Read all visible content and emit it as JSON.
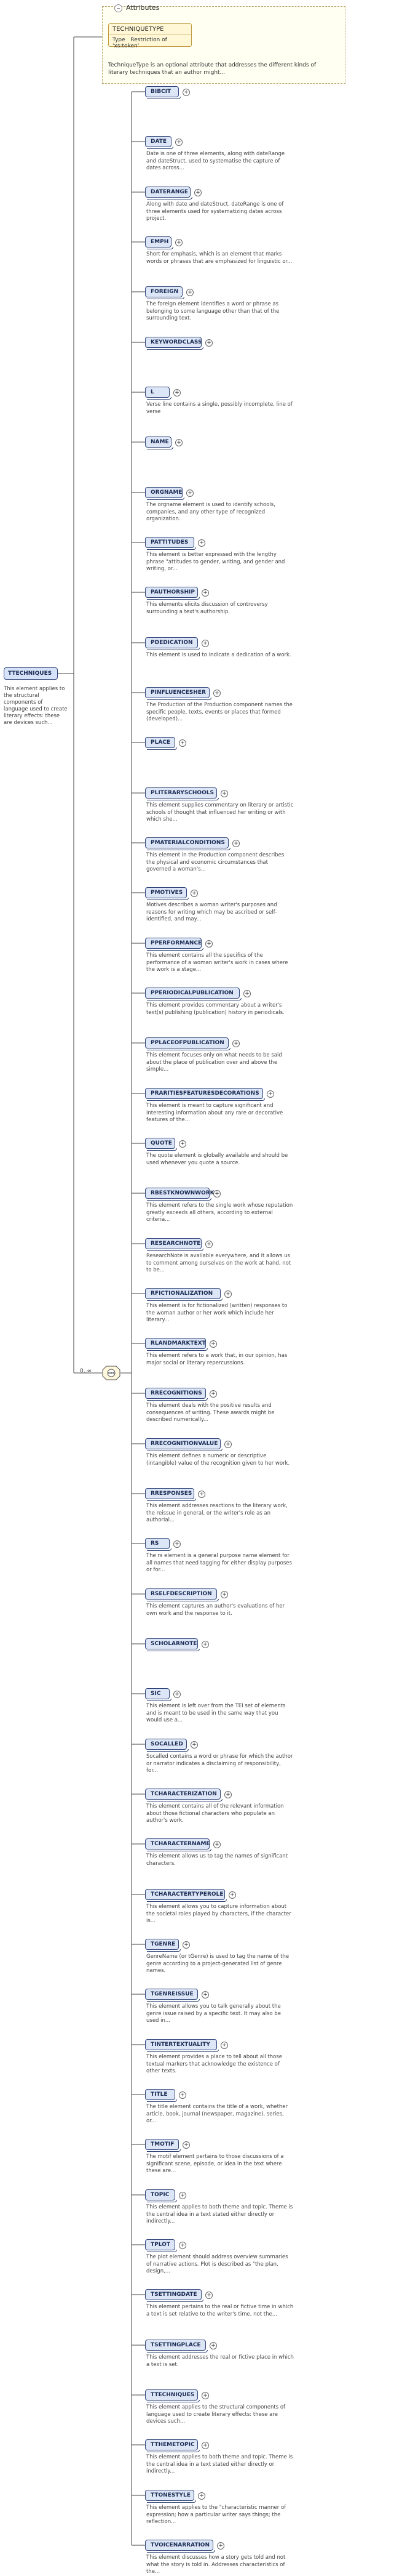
{
  "attributes": {
    "header": "Attributes",
    "items": [
      {
        "name": "TECHNIQUETYPE",
        "type_label": "Type",
        "type_value": "Restriction of 'xs:token'",
        "doc": "TechniqueType is an optional attribute that addresses the different kinds of literary techniques that an author might..."
      }
    ]
  },
  "root": {
    "name": "TTECHNIQUES",
    "doc": "This element applies to the structural components of language used to create literary effects: these are devices such..."
  },
  "sequence": {
    "cardinality": "0..∞"
  },
  "elements": [
    {
      "name": "BIBCIT",
      "dashed": false,
      "doc": ""
    },
    {
      "name": "DATE",
      "dashed": false,
      "doc": "Date is one of three elements, along with dateRange and dateStruct, used to systematise the capture of dates across..."
    },
    {
      "name": "DATERANGE",
      "dashed": false,
      "doc": "Along with date and dateStruct, dateRange is one of three elements used for systematizing dates across project."
    },
    {
      "name": "EMPH",
      "dashed": false,
      "doc": "Short for emphasis, which is an element that marks words or phrases that are emphasized for linguistic or..."
    },
    {
      "name": "FOREIGN",
      "dashed": false,
      "doc": "The foreign element identifies a word or phrase as belonging to some language other than that of the surrounding text."
    },
    {
      "name": "KEYWORDCLASS",
      "dashed": false,
      "doc": ""
    },
    {
      "name": "L",
      "dashed": false,
      "doc": "Verse line contains a single, possibly incomplete, line of verse"
    },
    {
      "name": "NAME",
      "dashed": false,
      "doc": ""
    },
    {
      "name": "ORGNAME",
      "dashed": false,
      "doc": "The orgname element is used to identify schools, companies, and any other type of recognized organization."
    },
    {
      "name": "PATTITUDES",
      "dashed": false,
      "doc": "This element is better expressed with the lengthy phrase \"attitudes to gender, writing, and gender and writing, or..."
    },
    {
      "name": "PAUTHORSHIP",
      "dashed": false,
      "doc": "This elements elicits discussion of controversy surrounding a text's authorship."
    },
    {
      "name": "PDEDICATION",
      "dashed": false,
      "doc": "This element is used to indicate a dedication of a work."
    },
    {
      "name": "PINFLUENCESHER",
      "dashed": false,
      "doc": "The Production of the Production component names the specific people, texts, events or places that formed (developed)..."
    },
    {
      "name": "PLACE",
      "dashed": false,
      "doc": ""
    },
    {
      "name": "PLITERARYSCHOOLS",
      "dashed": false,
      "doc": "This element supplies commentary on literary or artistic schools of thought that influenced her writing or with which she..."
    },
    {
      "name": "PMATERIALCONDITIONS",
      "dashed": false,
      "doc": "This element in the Production component describes the physical and economic circumstances that governed a woman's..."
    },
    {
      "name": "PMOTIVES",
      "dashed": false,
      "doc": "Motives describes a woman writer's purposes and reasons for writing which may be ascribed or self-identified, and may..."
    },
    {
      "name": "PPERFORMANCE",
      "dashed": false,
      "doc": "This element contains all the specifics of the performance of a woman writer's work in cases where the work is a stage..."
    },
    {
      "name": "PPERIODICALPUBLICATION",
      "dashed": false,
      "doc": "This element provides commentary about a writer's text(s) publishing (publication) history in periodicals."
    },
    {
      "name": "PPLACEOFPUBLICATION",
      "dashed": false,
      "doc": "This element focuses only on what needs to be said about the place of publication over and above the simple..."
    },
    {
      "name": "PRARITIESFEATURESDECORATIONS",
      "dashed": false,
      "doc": "This element is meant to capture significant and interesting information about any rare or decorative features of the..."
    },
    {
      "name": "QUOTE",
      "dashed": false,
      "doc": "The quote element is globally available and should be used whenever you quote a source."
    },
    {
      "name": "RBESTKNOWNWORK",
      "dashed": false,
      "doc": "This element refers to the single work whose reputation greatly exceeds all others, according to external criteria..."
    },
    {
      "name": "RESEARCHNOTE",
      "dashed": false,
      "doc": "ResearchNote is available everywhere, and it allows us to comment among ourselves on the work at hand, not to be..."
    },
    {
      "name": "RFICTIONALIZATION",
      "dashed": false,
      "doc": "This element is for fictionalized (written) responses to the woman author or her work which include her literary..."
    },
    {
      "name": "RLANDMARKTEXT",
      "dashed": false,
      "doc": "This element refers to a work that, in our opinion, has major social or literary repercussions."
    },
    {
      "name": "RRECOGNITIONS",
      "dashed": false,
      "doc": "This element deals with the positive results and consequences of writing. These awards might be described numerically..."
    },
    {
      "name": "RRECOGNITIONVALUE",
      "dashed": false,
      "doc": "This element defines a numeric or descriptive (intangible) value of the recognition given to her work."
    },
    {
      "name": "RRESPONSES",
      "dashed": false,
      "doc": "This element addresses reactions to the literary work, the reissue in general, or the writer's role as an authorial..."
    },
    {
      "name": "RS",
      "dashed": false,
      "doc": "The rs element is a general purpose name element for all names that need tagging for either display purposes or for..."
    },
    {
      "name": "RSELFDESCRIPTION",
      "dashed": false,
      "doc": "This element captures an author's evaluations of her own work and the response to it."
    },
    {
      "name": "SCHOLARNOTE",
      "dashed": false,
      "doc": ""
    },
    {
      "name": "SIC",
      "dashed": false,
      "doc": "This element is left over from the TEI set of elements and is meant to be used in the same way that you would use a..."
    },
    {
      "name": "SOCALLED",
      "dashed": false,
      "doc": "Socalled contains a word or phrase for which the author or narrator indicates a disclaiming of responsibility, for..."
    },
    {
      "name": "TCHARACTERIZATION",
      "dashed": false,
      "doc": "This element contains all of the relevant information about those fictional characters who populate an author's work."
    },
    {
      "name": "TCHARACTERNAME",
      "dashed": false,
      "doc": "This element allows us to tag the names of significant characters."
    },
    {
      "name": "TCHARACTERTYPEROLE",
      "dashed": false,
      "doc": "This element allows you to capture information about the societal roles played by characters, if the character is..."
    },
    {
      "name": "TGENRE",
      "dashed": false,
      "doc": "GenreName (or tGenre) is used to tag the name of the genre according to a project-generated list of genre names."
    },
    {
      "name": "TGENREISSUE",
      "dashed": false,
      "doc": "This element allows you to talk generally about the genre issue raised by a specific text. It may also be used in..."
    },
    {
      "name": "TINTERTEXTUALITY",
      "dashed": false,
      "doc": "This element provides a place to tell about all those textual markers that acknowledge the existence of other texts."
    },
    {
      "name": "TITLE",
      "dashed": false,
      "doc": "The title element contains the title of a work, whether article, book, journal (newspaper, magazine), series, or..."
    },
    {
      "name": "TMOTIF",
      "dashed": false,
      "doc": "The motif element pertains to those discussions of a significant scene, episode, or idea in the text where these are..."
    },
    {
      "name": "TOPIC",
      "dashed": false,
      "doc": "This element applies to both theme and topic. Theme is the central idea in a text stated either directly or indirectly..."
    },
    {
      "name": "TPLOT",
      "dashed": false,
      "doc": "The plot element should address overview summaries of narrative actions. Plot is described as \"the plan, design,..."
    },
    {
      "name": "TSETTINGDATE",
      "dashed": false,
      "doc": "This element pertains to the real or fictive time in which a text is set relative to the writer's time, not the..."
    },
    {
      "name": "TSETTINGPLACE",
      "dashed": false,
      "doc": "This element addresses the real or fictive place in which a text is set."
    },
    {
      "name": "TTECHNIQUES",
      "dashed": false,
      "doc": "This element applies to the structural components of language used to create literary effects: these are devices such..."
    },
    {
      "name": "TTHEMETOPIC",
      "dashed": false,
      "doc": "This element applies to both theme and topic. Theme is the central idea in a text stated either directly or indirectly..."
    },
    {
      "name": "TTONESTYLE",
      "dashed": false,
      "doc": "This element applies to the \"characteristic manner of expression; how a particular writer says things; the reflection..."
    },
    {
      "name": "TVOICENARRATION",
      "dashed": false,
      "doc": "This element discusses how a story gets told and not what the story is told in. Addresses characteristics of the..."
    }
  ]
}
